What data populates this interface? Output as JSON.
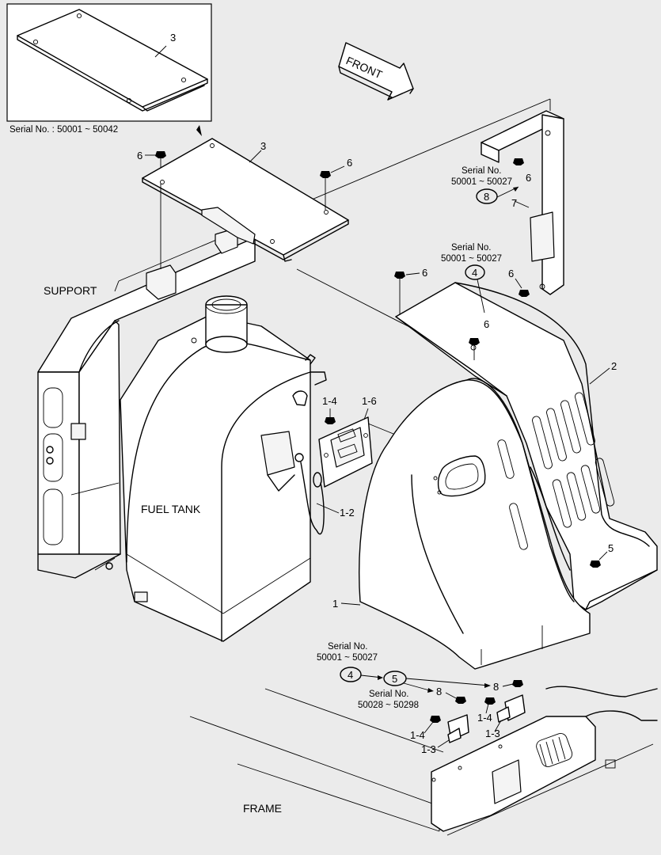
{
  "inset": {
    "part_number": "3",
    "serial_label": "Serial No. : 50001 ~ 50042"
  },
  "direction": {
    "label": "FRONT"
  },
  "regions": {
    "support": "SUPPORT",
    "fuel_tank": "FUEL TANK",
    "frame": "FRAME"
  },
  "callouts": {
    "c3": "3",
    "c6_top_left": "6",
    "c6_top_right": "6",
    "c6_bracket_top": "6",
    "c7": "7",
    "c6_bracket_bottom": "6",
    "c6_cover_left": "6",
    "c6_cover_mid": "6",
    "c2": "2",
    "c5": "5",
    "c1_4_upper": "1-4",
    "c1_6": "1-6",
    "c1_2": "1-2",
    "c1": "1",
    "c8_right": "8",
    "c8_mid": "8",
    "c1_4_left": "1-4",
    "c1_3_left": "1-3",
    "c1_4_right": "1-4",
    "c1_3_right": "1-3"
  },
  "serial_notes": {
    "bracket": {
      "title": "Serial No.",
      "range": "50001 ~ 50027",
      "circled": "8"
    },
    "cover": {
      "title": "Serial No.",
      "range": "50001 ~ 50027",
      "circled": "4"
    },
    "lower_a": {
      "title": "Serial No.",
      "range": "50001 ~ 50027",
      "circled_a": "4",
      "circled_b": "5"
    },
    "lower_b": {
      "title": "Serial No.",
      "range": "50028 ~ 50298"
    }
  }
}
